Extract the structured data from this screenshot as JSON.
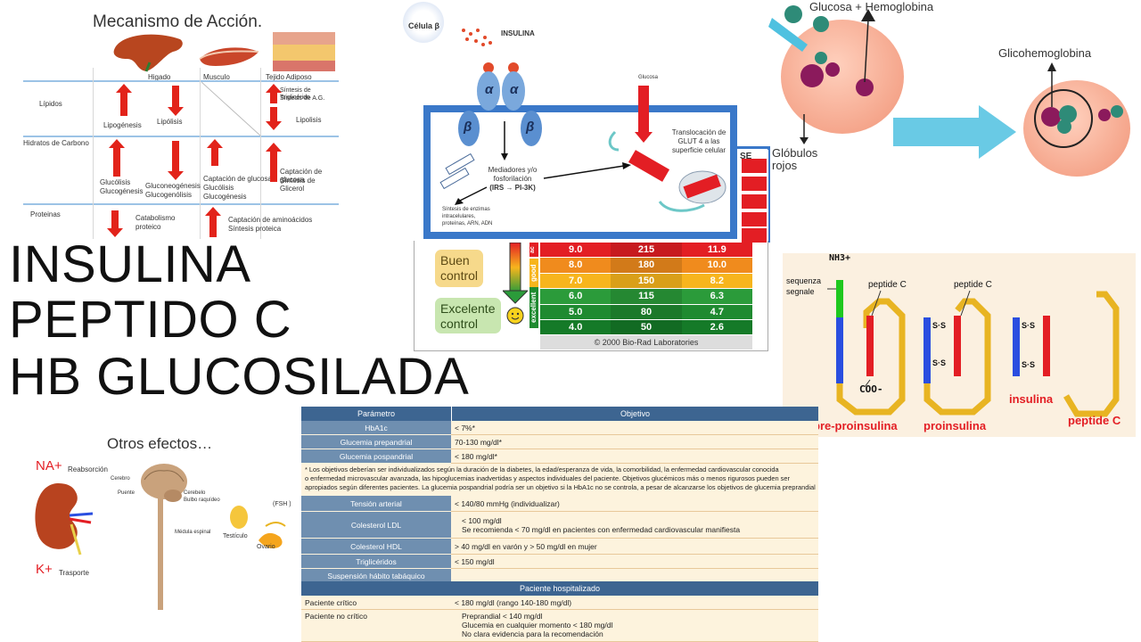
{
  "main_title": {
    "line1": "INSULINA",
    "line2": "PEPTIDO C",
    "line3": "HB GLUCOSILADA"
  },
  "mecanismo": {
    "title": "Mecanismo de Acción.",
    "columns": [
      "Higado",
      "Musculo",
      "Tejido Adiposo"
    ],
    "rows": [
      "Lípidos",
      "Hidratos de Carbono",
      "Proteinas"
    ],
    "cells": {
      "lipogenesis": "Lipogénesis",
      "lipolisis_h": "Lipólisis",
      "sintesis_trig": "Síntesis de Triglicérido",
      "sintesis_ag": "Síntesis de A.G.",
      "lipolisis_a": "Lipolisis",
      "glucolisis": "Glucólisis",
      "glucogenesis": "Glucogénesis",
      "gluconeogenesis": "Gluconeogénesis",
      "glucogenolisis": "Glucogenólisis",
      "captacion_glucosa": "Captación de glucosa",
      "glucolisis_m": "Glucólisis",
      "glucogenesis_m": "Glucogénesis",
      "captacion_glucosa_a": "Captación de glucosa",
      "sintesis_glicerol": "Síntesis de Glicerol",
      "catabolismo": "Catabolismo",
      "proteico": "proteico",
      "captacion_aa": "Captación de aminoácidos",
      "sintesis_proteica": "Síntesis proteica"
    }
  },
  "receptor": {
    "cell_beta": "Célula β",
    "insulina": "INSULINA",
    "alpha": "α",
    "beta": "β",
    "glucosa": "Glucosa",
    "mediadores": "Mediadores y/o",
    "fosforilacion": "fosforilación",
    "irs": "(IRS → PI-3K)",
    "sintesis": [
      "Síntesis de enzimas",
      "intracelulares,",
      "proteínas, ARN, ADN"
    ],
    "translocacion": [
      "Translocación de",
      "GLUT 4 a las",
      "superficie celular"
    ],
    "se_fragment": "SE"
  },
  "hba1c": {
    "rows": [
      {
        "a": "9.0",
        "b": "215",
        "c": "11.9",
        "color": "#e31e24"
      },
      {
        "a": "8.0",
        "b": "180",
        "c": "10.0",
        "color": "#f08b1d"
      },
      {
        "a": "7.0",
        "b": "150",
        "c": "8.2",
        "color": "#f7b51d"
      },
      {
        "a": "6.0",
        "b": "115",
        "c": "6.3",
        "color": "#2b9b3a"
      },
      {
        "a": "5.0",
        "b": "80",
        "c": "4.7",
        "color": "#1f8a30"
      },
      {
        "a": "4.0",
        "b": "50",
        "c": "2.6",
        "color": "#157a28"
      }
    ],
    "buen": [
      "Buen",
      "control"
    ],
    "excelente": [
      "Excelente",
      "control"
    ],
    "side_labels": [
      "ac",
      "good",
      "excellent"
    ],
    "copyright": "© 2000 Bio-Rad Laboratories"
  },
  "glico": {
    "label_top": "Glucosa + Hemoglobina",
    "label_right": "Glicohemoglobina",
    "label_cells": [
      "Glóbulos",
      "rojos"
    ]
  },
  "proinsulina": {
    "nh3": "NH3+",
    "sequenza": [
      "sequenza",
      "segnale"
    ],
    "peptide_c": "peptide C",
    "coo": "COO-",
    "ss": "S·S",
    "pre": "pre-proinsulina",
    "pro": "proinsulina",
    "ins": "insulina",
    "pep": "peptide C"
  },
  "objetivos": {
    "header": [
      "Parámetro",
      "Objetivo"
    ],
    "rows1": [
      {
        "label": "HbA1c",
        "value": "< 7%*"
      },
      {
        "label": "Glucemia prepandrial",
        "value": "70-130 mg/dl*"
      },
      {
        "label": "Glucemia pospandrial",
        "value": "< 180 mg/dl*"
      }
    ],
    "note": [
      "* Los objetivos deberían ser individualizados según la duración de la diabetes, la edad/esperanza de vida, la comorbilidad, la enfermedad cardiovascular conocida",
      "o enfermedad microvascular avanzada, las hipoglucemias inadvertidas y aspectos individuales del paciente. Objetivos glucémicos más o menos rigurosos pueden ser",
      "apropiados según diferentes pacientes. La glucemia pospandrial podría ser un objetivo si la HbA1c no se controla, a pesar de alcanzarse los objetivos de glucemia preprandial"
    ],
    "tension": {
      "label": "Tensión arterial",
      "value": "< 140/80 mmHg (individualizar)"
    },
    "ldl": {
      "label": "Colesterol LDL",
      "values": [
        "< 100 mg/dl",
        "Se recomienda < 70 mg/dl en pacientes con enfermedad cardiovascular manifiesta"
      ]
    },
    "hdl": {
      "label": "Colesterol HDL",
      "value": "> 40 mg/dl en varón y > 50 mg/dl en mujer"
    },
    "trig": {
      "label": "Triglicéridos",
      "value": "< 150 mg/dl"
    },
    "susp": {
      "label": "Suspensión hábito tabáquico",
      "value": ""
    },
    "hosp_header": "Paciente hospitalizado",
    "critico": {
      "label": "Paciente crítico",
      "value": "< 180 mg/dl (rango 140-180 mg/dl)"
    },
    "no_critico": {
      "label": "Paciente no crítico",
      "values": [
        "Preprandial < 140 mg/dl",
        "Glucemia en cualquier momento < 180 mg/dl",
        "No clara evidencia para la recomendación"
      ]
    }
  },
  "otros": {
    "title": "Otros efectos…",
    "na": "NA+",
    "k": "K+",
    "reabsorcion": "Reabsorción",
    "trasporte": "Trasporte",
    "cerebro": "Cerebro",
    "cerebelo": "Cerebelo",
    "puente": "Puente",
    "bulbo": "Bulbo raquídeo",
    "medula": "Médula espinal",
    "testiculo": "Testículo",
    "ovario": "Ovario",
    "fsh": "(FSH )"
  }
}
